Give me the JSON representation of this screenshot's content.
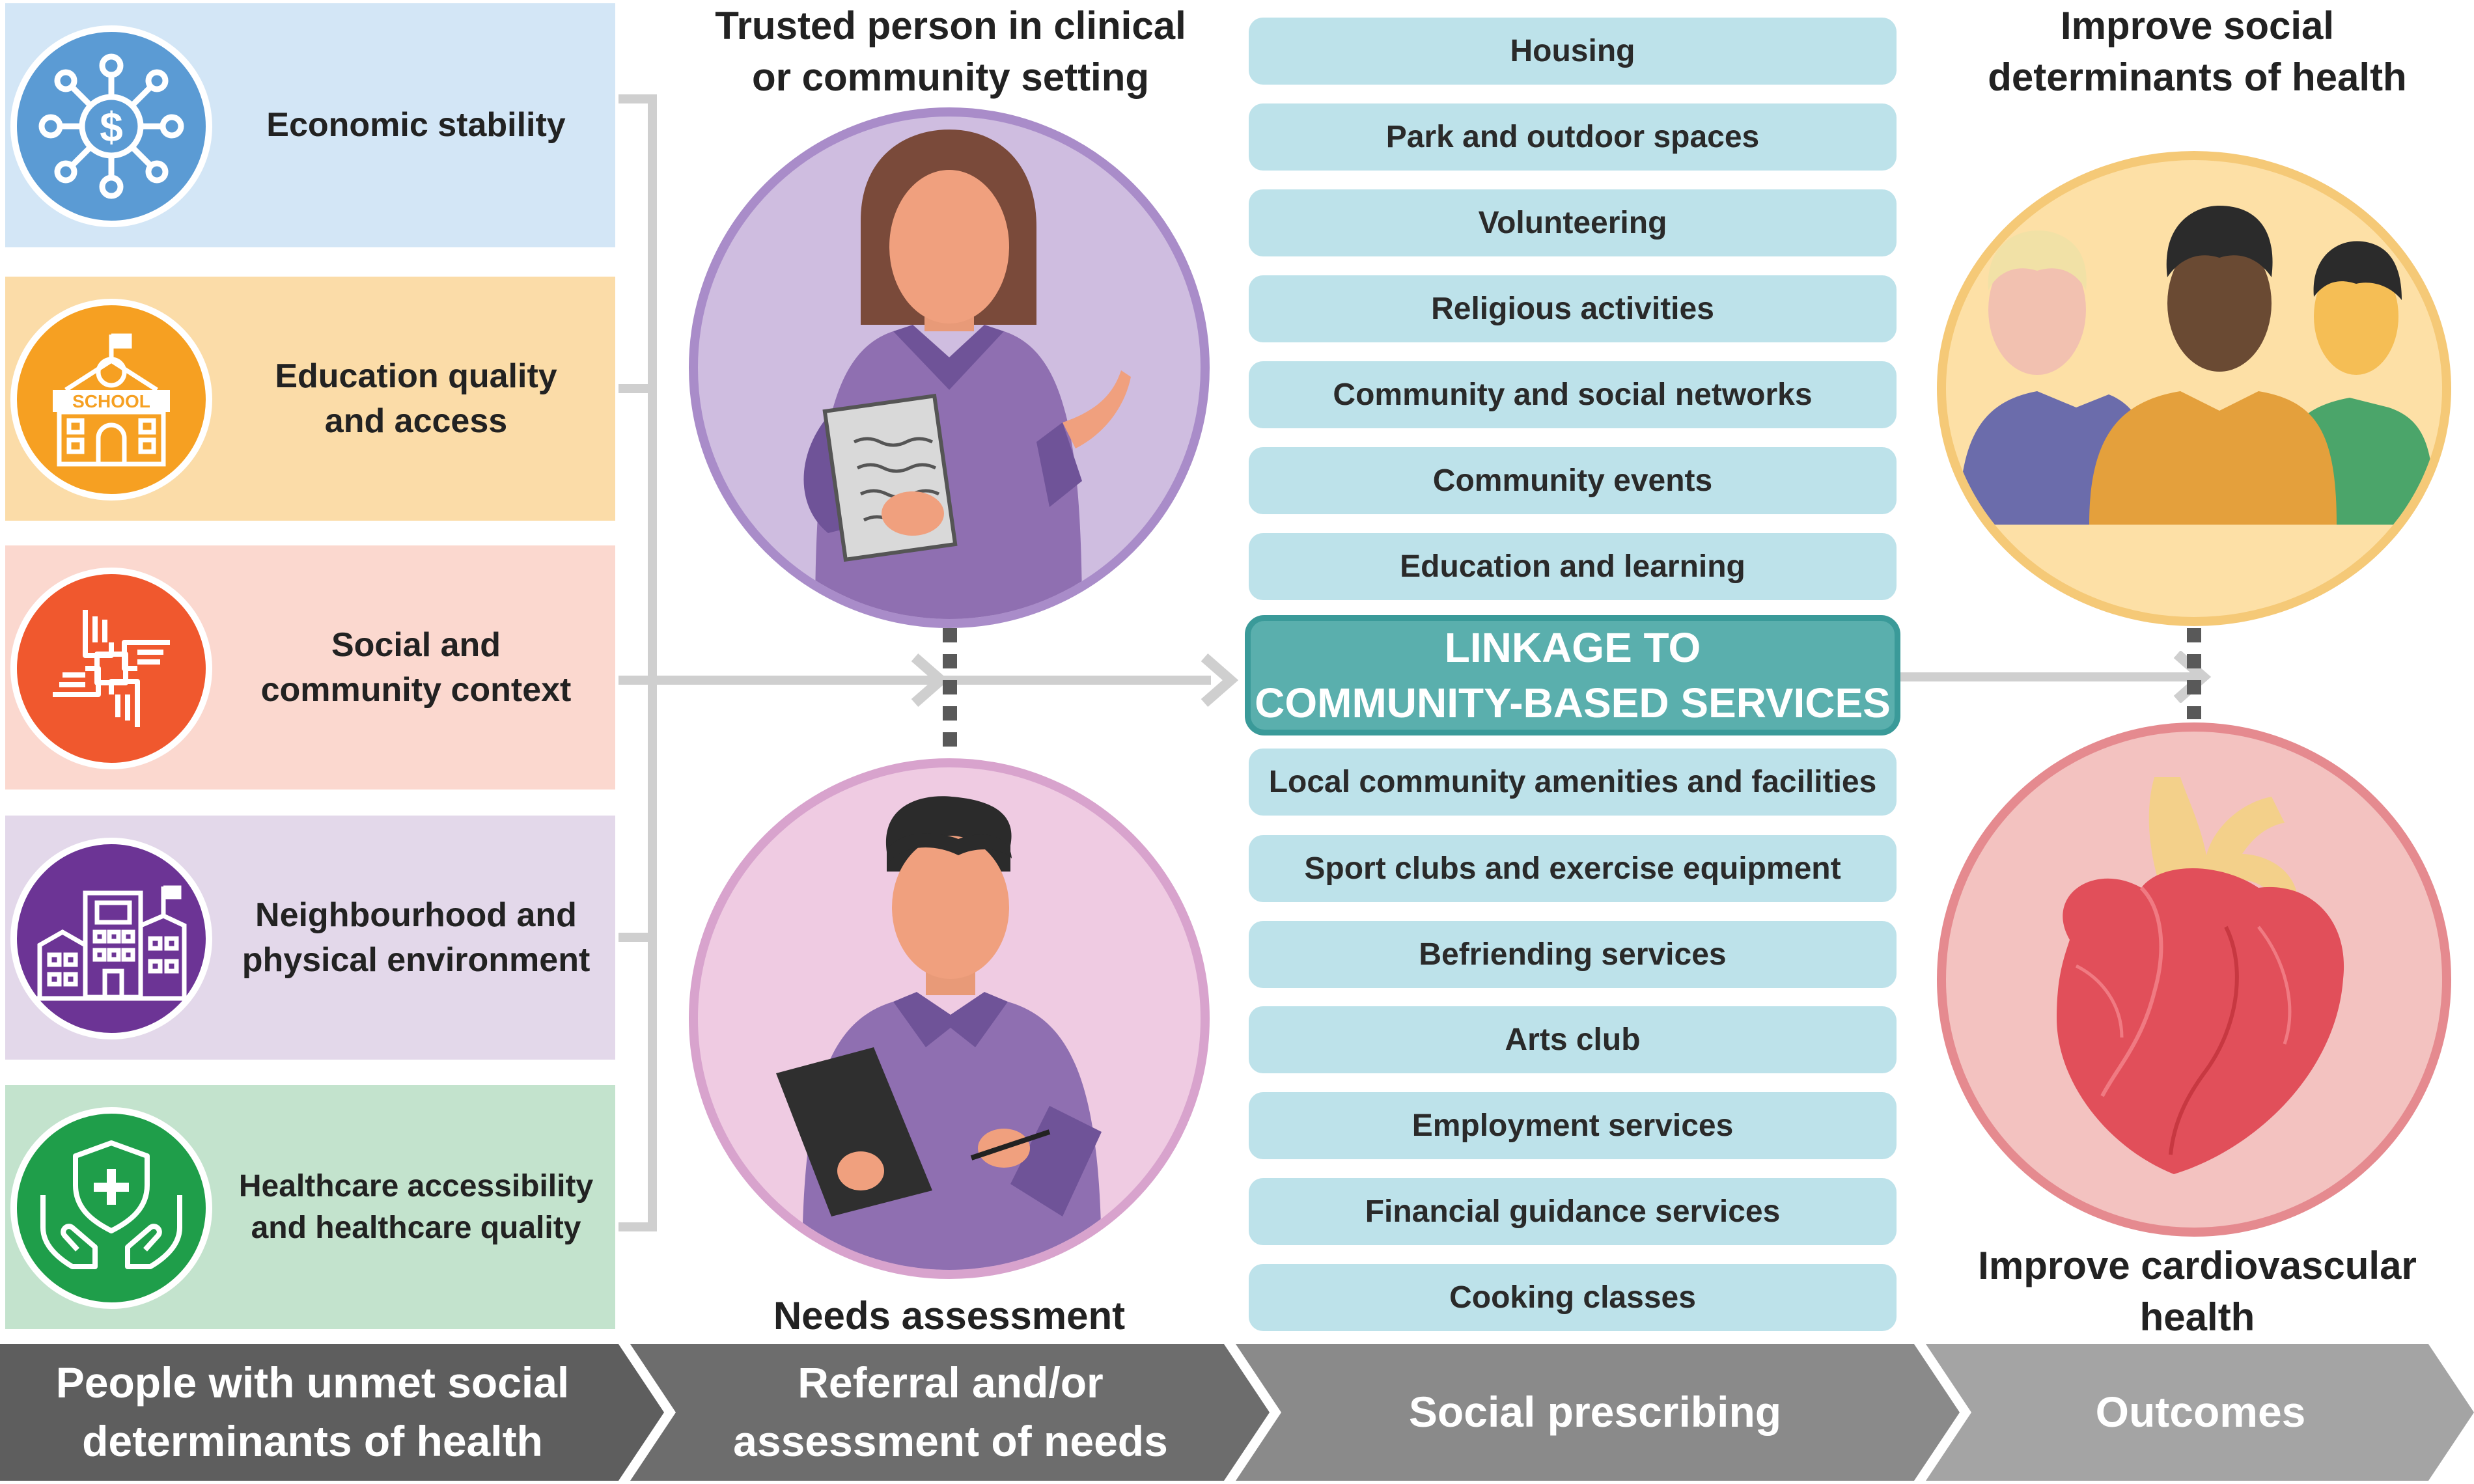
{
  "determinants": [
    {
      "label1": "Economic  stability",
      "label2": "",
      "icon": "dollar-network-icon",
      "bg": "#d3e6f6",
      "circle": "#5b9bd4"
    },
    {
      "label1": "Education quality",
      "label2": "and access",
      "icon": "school-icon",
      "bg": "#fbdca8",
      "circle": "#f6a022"
    },
    {
      "label1": "Social and",
      "label2": "community context",
      "icon": "joined-hands-icon",
      "bg": "#fbd8cf",
      "circle": "#f0582e"
    },
    {
      "label1": "Neighbourhood and",
      "label2": "physical environment",
      "icon": "buildings-icon",
      "bg": "#e3d8ea",
      "circle": "#6c3495"
    },
    {
      "label1": "Healthcare accessibility",
      "label2": "and healthcare quality",
      "icon": "health-shield-hands-icon",
      "bg": "#c3e3cd",
      "circle": "#1f9e4a"
    }
  ],
  "referral": {
    "heading1": "Trusted person in clinical",
    "heading2": "or community setting",
    "caption": "Needs assessment"
  },
  "services_top": [
    "Housing",
    "Park and outdoor spaces",
    "Volunteering",
    "Religious activities",
    "Community and social networks",
    "Community events",
    "Education and learning"
  ],
  "linkage": {
    "line1": "LINKAGE TO",
    "line2": "COMMUNITY-BASED SERVICES"
  },
  "services_bottom": [
    "Local community amenities and facilities",
    "Sport clubs and exercise equipment",
    "Befriending services",
    "Arts club",
    "Employment services",
    "Financial guidance services",
    "Cooking classes"
  ],
  "outcomes": {
    "top1": "Improve social",
    "top2": "determinants of health",
    "bottom1": "Improve cardiovascular",
    "bottom2": "health"
  },
  "steps": [
    {
      "line1": "People with unmet social",
      "line2": "determinants of health",
      "color": "#5e5e5e"
    },
    {
      "line1": "Referral and/or",
      "line2": "assessment of needs",
      "color": "#6d6d6d"
    },
    {
      "line1": "Social prescribing",
      "line2": "",
      "color": "#8a8a8a"
    },
    {
      "line1": "Outcomes",
      "line2": "",
      "color": "#a4a4a4"
    }
  ]
}
